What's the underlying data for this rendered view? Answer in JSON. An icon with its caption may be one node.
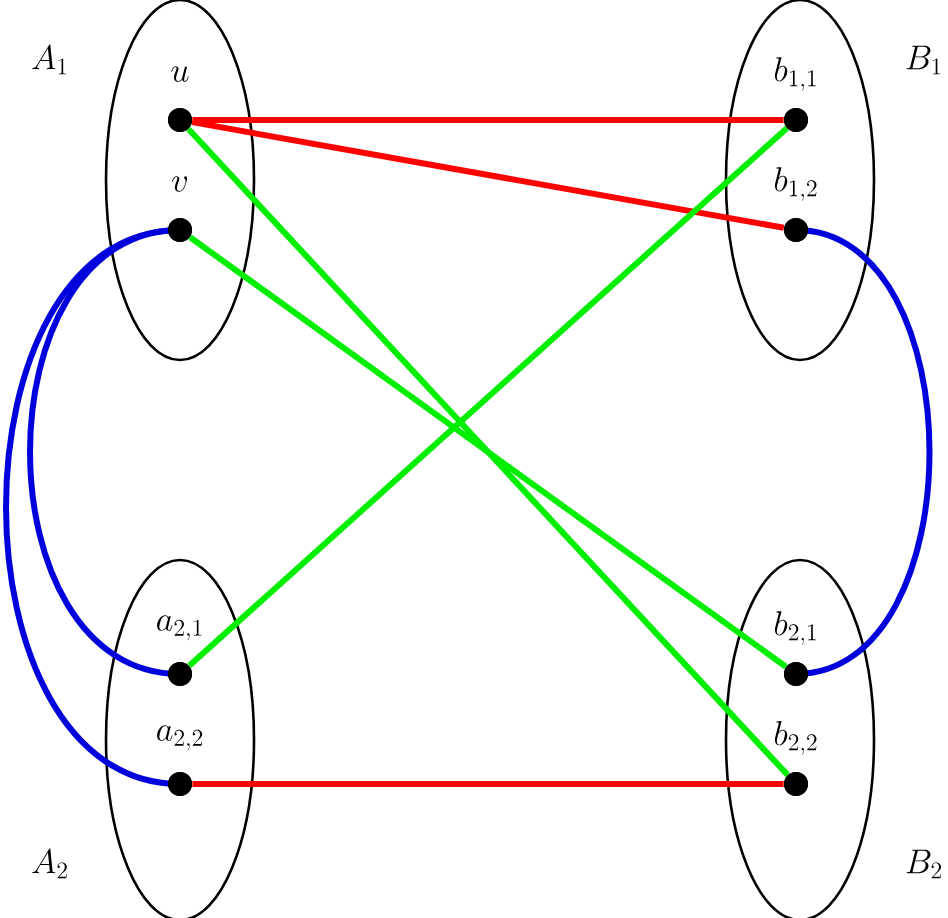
{
  "diagram": {
    "nodes": [
      {
        "text": [
          "A_1"
        ]
      },
      {
        "text": [
          "u"
        ],
        "in": 0
      },
      {
        "text": [
          "v"
        ],
        "in": 0
      },
      {
        "text": [
          "B_1"
        ]
      },
      {
        "text": [
          "b_{1,1}"
        ],
        "in": 3
      },
      {
        "text": [
          "b_{1,2}"
        ],
        "in": 3
      },
      {
        "text": [
          "A_2"
        ]
      },
      {
        "text": [
          "a_{2,1}"
        ],
        "in": 6
      },
      {
        "text": [
          "a_{2,2}"
        ],
        "in": 6
      },
      {
        "text": [
          "B_2"
        ]
      },
      {
        "text": [
          "b_{2,1}"
        ],
        "in": 9
      },
      {
        "text": [
          "b_{2,2}"
        ],
        "in": 9
      }
    ],
    "edges": [
      {
        "from": 1,
        "to": 4,
        "arrow": "none",
        "color": "#ff0000"
      },
      {
        "from": 1,
        "to": 5,
        "arrow": "none",
        "color": "#ff0000"
      },
      {
        "from": 1,
        "to": 11,
        "arrow": "none",
        "color": "#00ee00"
      },
      {
        "from": 2,
        "to": 10,
        "arrow": "none",
        "color": "#00ee00"
      },
      {
        "from": 7,
        "to": 4,
        "arrow": "none",
        "color": "#00ee00"
      },
      {
        "from": 8,
        "to": 11,
        "arrow": "none",
        "color": "#ff0000"
      },
      {
        "from": 2,
        "to": 7,
        "arrow": "none",
        "color": "#0000dd"
      },
      {
        "from": 2,
        "to": 8,
        "arrow": "none",
        "color": "#0000dd"
      },
      {
        "from": 5,
        "to": 10,
        "arrow": "none",
        "color": "#0000dd"
      }
    ]
  }
}
